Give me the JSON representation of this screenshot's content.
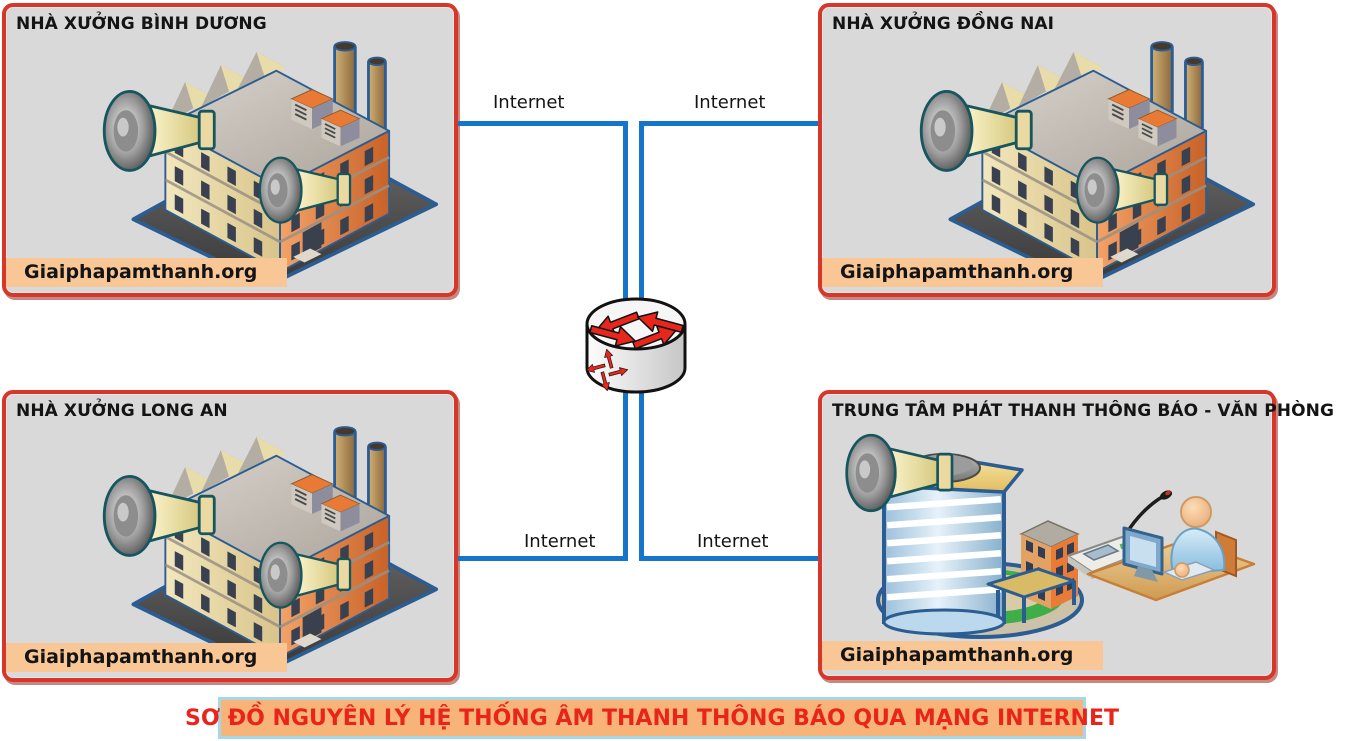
{
  "banner": {
    "text": "SƠ ĐỒ NGUYÊN LÝ HỆ THỐNG ÂM THANH THÔNG BÁO QUA MẠNG INTERNET"
  },
  "watermark": "Giaiphapamthanh.org",
  "link_label": "Internet",
  "nodes": [
    {
      "id": "nha-xuong-binh-duong",
      "title": "NHÀ XƯỞNG BÌNH DƯƠNG",
      "type": "factory"
    },
    {
      "id": "nha-xuong-dong-nai",
      "title": "NHÀ XƯỞNG ĐỒNG NAI",
      "type": "factory"
    },
    {
      "id": "nha-xuong-long-an",
      "title": "NHÀ XƯỞNG LONG AN",
      "type": "factory"
    },
    {
      "id": "trung-tam-phat-thanh",
      "title": "TRUNG TÂM PHÁT THANH THÔNG BÁO - VĂN PHÒNG",
      "type": "office"
    }
  ],
  "center": {
    "name": "internet-router"
  },
  "colors": {
    "panel_bg": "#d9d9d9",
    "panel_border": "#d6372a",
    "link_line": "#1575c8",
    "banner_bg": "#f8b379",
    "banner_border": "#a6d7e8",
    "banner_text": "#e9251b",
    "watermark_bg": "#f9c795",
    "illustration_outline": "#2b5c92",
    "router_arrow": "#e8261c"
  }
}
